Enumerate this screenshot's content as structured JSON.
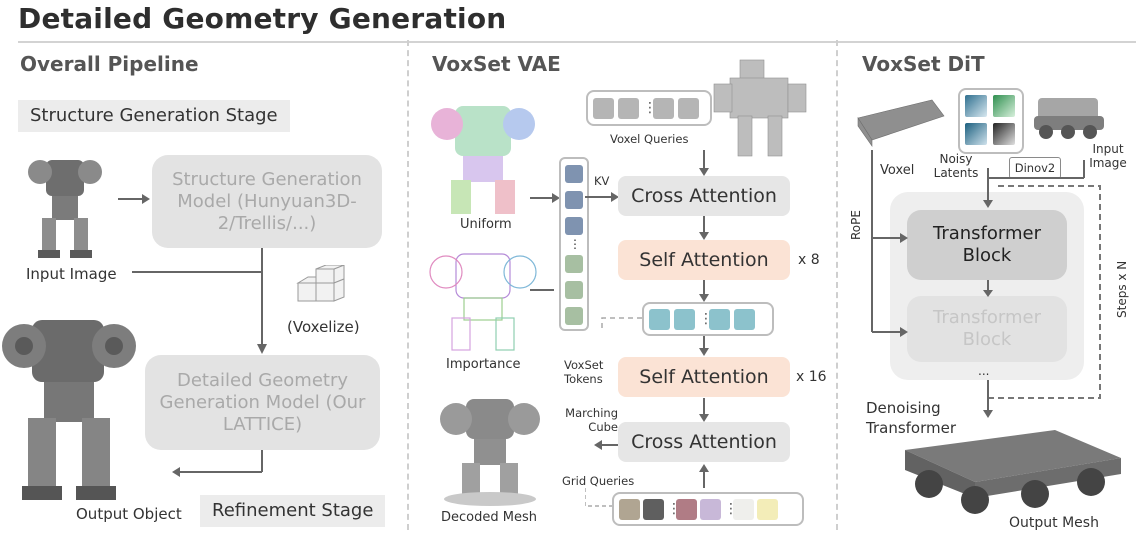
{
  "title": "Detailed Geometry Generation",
  "left": {
    "heading": "Overall Pipeline",
    "structure_stage": "Structure Generation Stage",
    "structure_model": "Structure Generation Model (Hunyuan3D-2/Trellis/...)",
    "input_image": "Input Image",
    "voxelize": "(Voxelize)",
    "detail_model": "Detailed Geometry Generation Model (Our LATTICE)",
    "output_object": "Output Object",
    "refinement_stage": "Refinement Stage"
  },
  "middle": {
    "heading": "VoxSet VAE",
    "voxel_queries": "Voxel Queries",
    "kv": "KV",
    "cross_attention_1": "Cross Attention",
    "self_attention_1": "Self Attention",
    "repeat_1": "x 8",
    "uniform": "Uniform",
    "importance": "Importance",
    "voxset_tokens": "VoxSet Tokens",
    "self_attention_2": "Self Attention",
    "repeat_2": "x 16",
    "marching_cube": "Marching Cube",
    "cross_attention_2": "Cross Attention",
    "grid_queries": "Grid Queries",
    "decoded_mesh": "Decoded Mesh"
  },
  "right": {
    "heading": "VoxSet DiT",
    "voxel": "Voxel",
    "noisy_latents": "Noisy Latents",
    "dinov2": "Dinov2",
    "input_image": "Input Image",
    "rope": "RoPE",
    "block_1": "Transformer Block",
    "block_2": "Transformer Block",
    "ellipsis": "...",
    "steps": "Steps x N",
    "denoising": "Denoising Transformer",
    "output_mesh": "Output Mesh"
  },
  "colors": {
    "slate_token": "#7f93b0",
    "sage_token": "#a7bfa2",
    "teal_token": "#8cc2cc",
    "self_attention_fill": "#fbe3d5",
    "cross_attention_fill": "#e6e6e6"
  }
}
